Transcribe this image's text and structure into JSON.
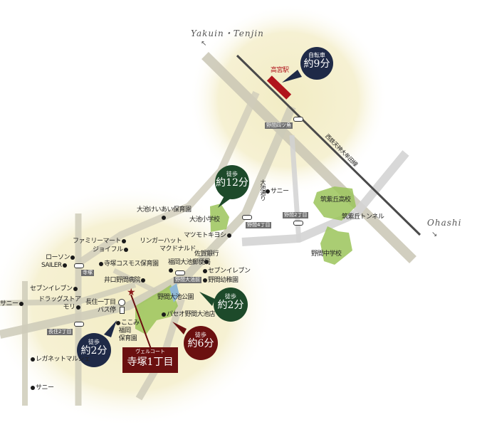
{
  "directions": {
    "northwest": "Yakuin・Tenjin",
    "east": "Ohashi",
    "nw_arrow": "↖",
    "e_arrow": "↘"
  },
  "station": {
    "name": "高宮駅",
    "color": "#b0141c"
  },
  "railway": {
    "name": "西鉄天神大牟田線"
  },
  "road_names": {
    "oike_dori": "大池通り",
    "tunnel": "筑紫丘トンネル"
  },
  "intersections": [
    {
      "name": "野間四ツ角"
    },
    {
      "name": "野間2丁目"
    },
    {
      "name": "野間4丁目"
    },
    {
      "name": "寺塚"
    },
    {
      "name": "野間大池前"
    },
    {
      "name": "長住2丁目"
    }
  ],
  "schools": [
    {
      "name": "筑紫丘高校"
    },
    {
      "name": "野間中学校"
    },
    {
      "name": "大池小学校"
    }
  ],
  "park": {
    "name": "野間大池公園"
  },
  "pois": [
    {
      "name": "サニー"
    },
    {
      "name": "大池けいあい保育園"
    },
    {
      "name": "マツモトキヨシ"
    },
    {
      "name": "リンガーハット"
    },
    {
      "name": "マクドナルド"
    },
    {
      "name": "佐賀銀行"
    },
    {
      "name": "福岡大池郵便局"
    },
    {
      "name": "セブンイレブン"
    },
    {
      "name": "野間幼稚園"
    },
    {
      "name": "ファミリーマート"
    },
    {
      "name": "ジョイフル"
    },
    {
      "name": "ローソン"
    },
    {
      "name": "SAILER"
    },
    {
      "name": "寺塚コスモス保育園"
    },
    {
      "name": "井口野間病院"
    },
    {
      "name": "セブンイレブン"
    },
    {
      "name": "ドラッグストア"
    },
    {
      "name": "モリ"
    },
    {
      "name": "サニー"
    },
    {
      "name": "パセオ野間大池店"
    },
    {
      "name": "ここみ"
    },
    {
      "name": "福岡"
    },
    {
      "name": "保育園"
    },
    {
      "name": "レガネットマルシェ"
    },
    {
      "name": "サニー"
    }
  ],
  "bus_stop": {
    "line1": "長住一丁目",
    "line2": "バス停"
  },
  "bubbles": [
    {
      "top": "自転車",
      "big": "約9分",
      "color": "#1f2a47",
      "target": "高宮駅"
    },
    {
      "top": "徒歩",
      "big": "約12分",
      "color": "#1d4a2a",
      "target": "大池小学校"
    },
    {
      "top": "徒歩",
      "big": "約2分",
      "color": "#1d4a2a",
      "target": "野間大池公園"
    },
    {
      "top": "徒歩",
      "big": "約6分",
      "color": "#6b1010",
      "target": "パセオ野間大池店"
    },
    {
      "top": "徒歩",
      "big": "約2分",
      "color": "#1f2a47",
      "target": "長住一丁目バス停"
    }
  ],
  "property": {
    "sub": "ヴェルコート",
    "name": "寺塚1丁目",
    "color": "#6b1010",
    "marker": "★"
  }
}
